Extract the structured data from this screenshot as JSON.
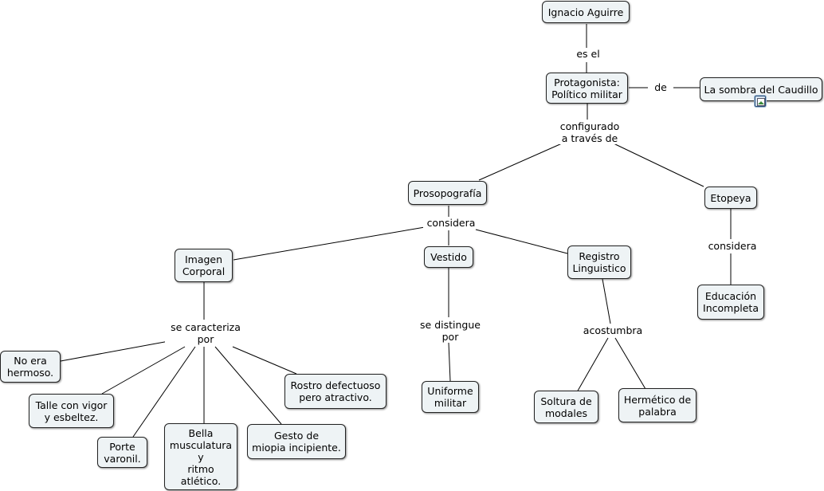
{
  "concepts": {
    "ignacio": "Ignacio Aguirre",
    "protagonista": "Protagonista:\nPolítico militar",
    "sombra": "La sombra del Caudillo",
    "prosopografia": "Prosopografía",
    "etopeya": "Etopeya",
    "imagen": "Imagen\nCorporal",
    "vestido": "Vestido",
    "registro": "Registro\nLinguistico",
    "educacion": "Educación\nIncompleta",
    "no_era": "No era\nhermoso.",
    "talle": "Talle con vigor\ny esbeltez.",
    "porte": "Porte\nvaronil.",
    "bella": "Bella\nmusculatura\ny\nritmo\natlético.",
    "gesto": "Gesto de\nmiopia incipiente.",
    "rostro": "Rostro defectuoso\npero atractivo.",
    "uniforme": "Uniforme\nmilitar",
    "soltura": "Soltura de\nmodales",
    "hermetico": "Hermético de\npalabra"
  },
  "links": {
    "es_el": "es el",
    "de": "de",
    "configurado": "configurado\na través de",
    "considera_1": "considera",
    "considera_2": "considera",
    "se_caracteriza": "se caracteriza\npor",
    "se_distingue": "se distingue\npor",
    "acostumbra": "acostumbra"
  },
  "icons": {
    "sombra_resource": "image-icon"
  }
}
